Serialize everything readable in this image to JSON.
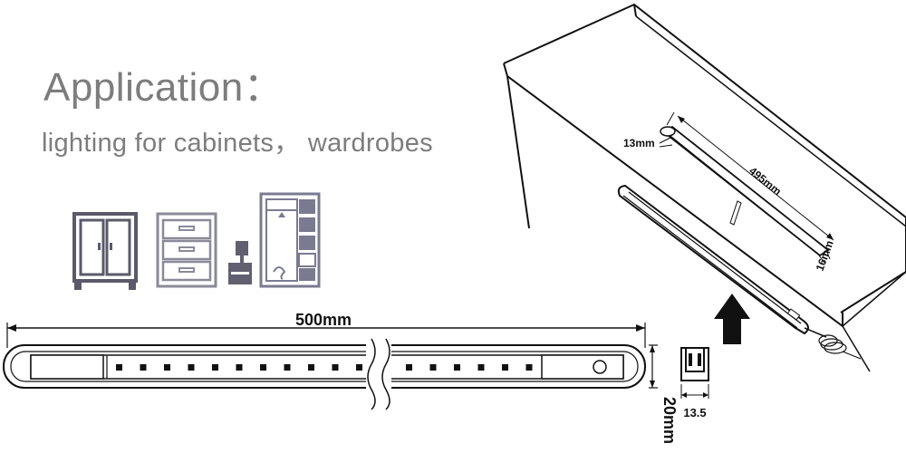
{
  "heading": {
    "title": "Application：",
    "subtitle": "lighting for cabinets， wardrobes"
  },
  "icons": [
    "wardrobe-icon",
    "drawer-cabinet-icon",
    "closet-with-lamp-icon"
  ],
  "dimensions": {
    "bar_length": "500mm",
    "bar_height": "20mm",
    "profile_width": "13.5",
    "mounted_length": "495mm",
    "mounted_width": "13mm",
    "mounted_depth": "16mm"
  },
  "colors": {
    "text_gray": "#7d7d7d",
    "icon_fill": "#a4a4b8",
    "icon_dark": "#606070",
    "line": "#111111"
  }
}
